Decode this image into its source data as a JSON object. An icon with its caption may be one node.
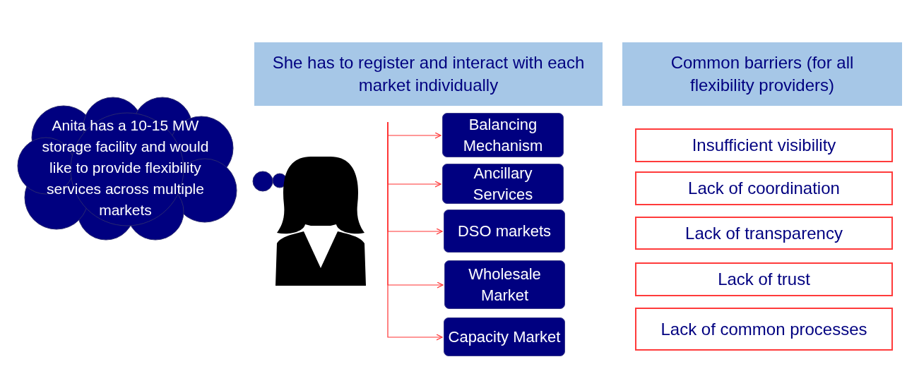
{
  "diagram": {
    "nodes": [
      {
        "text": [
          "Anita has a 10-15 MW storage facility and would like to provide flexibility services across multiple markets"
        ]
      },
      {
        "text": [
          "She has to register and interact with each market individually"
        ]
      },
      {
        "text": [
          "Common barriers (for all flexibility providers)"
        ]
      },
      {
        "text": [
          "Balancing Mechanism"
        ]
      },
      {
        "text": [
          "Ancillary Services"
        ]
      },
      {
        "text": [
          "DSO markets"
        ]
      },
      {
        "text": [
          "Wholesale Market"
        ]
      },
      {
        "text": [
          "Capacity Market"
        ]
      },
      {
        "text": [
          "Insufficient visibility"
        ]
      },
      {
        "text": [
          "Lack of coordination"
        ]
      },
      {
        "text": [
          "Lack of transparency"
        ]
      },
      {
        "text": [
          "Lack of trust"
        ]
      },
      {
        "text": [
          "Lack of common processes"
        ]
      }
    ],
    "edges": [
      {
        "from": null,
        "to": 3,
        "arrow": "to"
      },
      {
        "from": null,
        "to": 4,
        "arrow": "to"
      },
      {
        "from": null,
        "to": 5,
        "arrow": "to"
      },
      {
        "from": null,
        "to": 6,
        "arrow": "to"
      },
      {
        "from": null,
        "to": 7,
        "arrow": "to"
      }
    ]
  }
}
